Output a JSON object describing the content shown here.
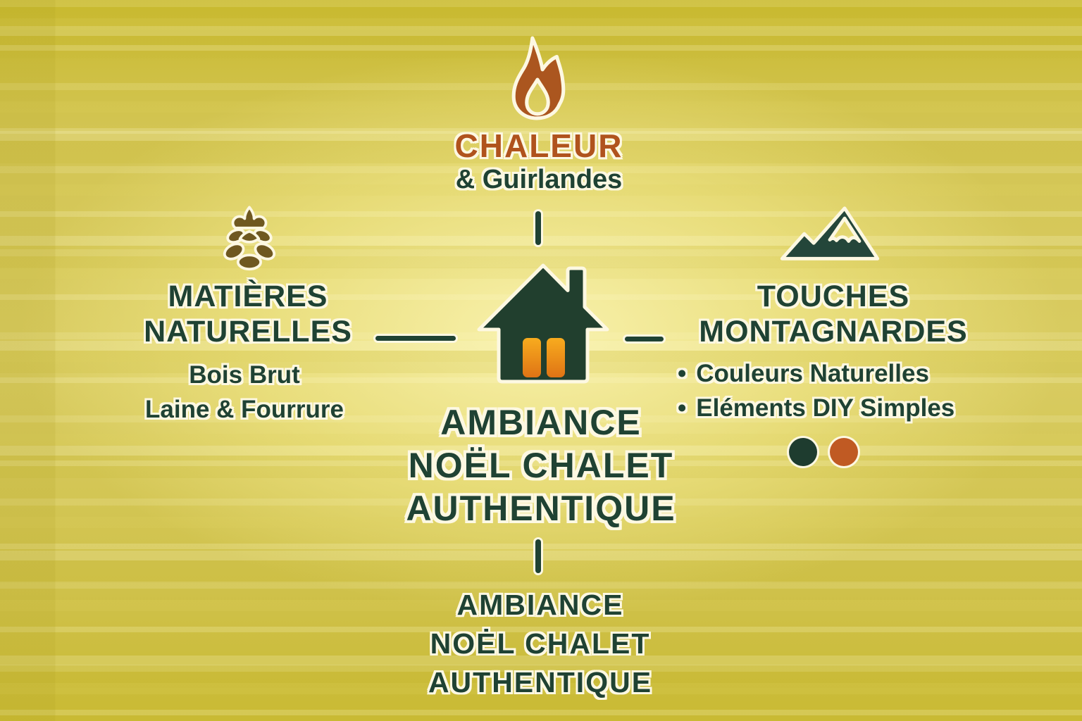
{
  "palette": {
    "dark_green": "#1f4233",
    "rust": "#b0531d",
    "pinecone_brown": "#6f5820",
    "orange_dot": "#c05a23",
    "green_dot": "#1e3c2f",
    "window_orange_top": "#f8ac1e",
    "window_orange_bottom": "#df7315",
    "cream_outline": "#fdf8e2",
    "background_mustard": "#c9ba30"
  },
  "top": {
    "icon": "flame-icon",
    "title": "CHALEUR",
    "subtitle": "& Guirlandes"
  },
  "left": {
    "icon": "pinecone-icon",
    "title_line1": "MATIÈRES",
    "title_line2": "NATURELLES",
    "items": [
      "Bois Brut",
      "Laine & Fourrure"
    ]
  },
  "right": {
    "icon": "mountain-icon",
    "title_line1": "TOUCHES",
    "title_line2": "MONTAGNARDES",
    "bullets": [
      {
        "marker": "•",
        "label": "Couleurs Naturelles"
      },
      {
        "marker": "•",
        "label": "Eléments DIY Simples"
      }
    ],
    "swatches": [
      {
        "name": "green-dot",
        "color": "#1e3c2f"
      },
      {
        "name": "orange-dot",
        "color": "#c05a23"
      }
    ]
  },
  "center": {
    "icon": "house-icon",
    "title_line1": "AMBIANCE",
    "title_line2": "NOËL CHALET",
    "title_line3": "AUTHENTIQUE"
  },
  "bottom": {
    "title_line1": "AMBIANCE",
    "title_line2": "NOĖL CHALET",
    "title_line3": "AUTHENTIQUE"
  }
}
